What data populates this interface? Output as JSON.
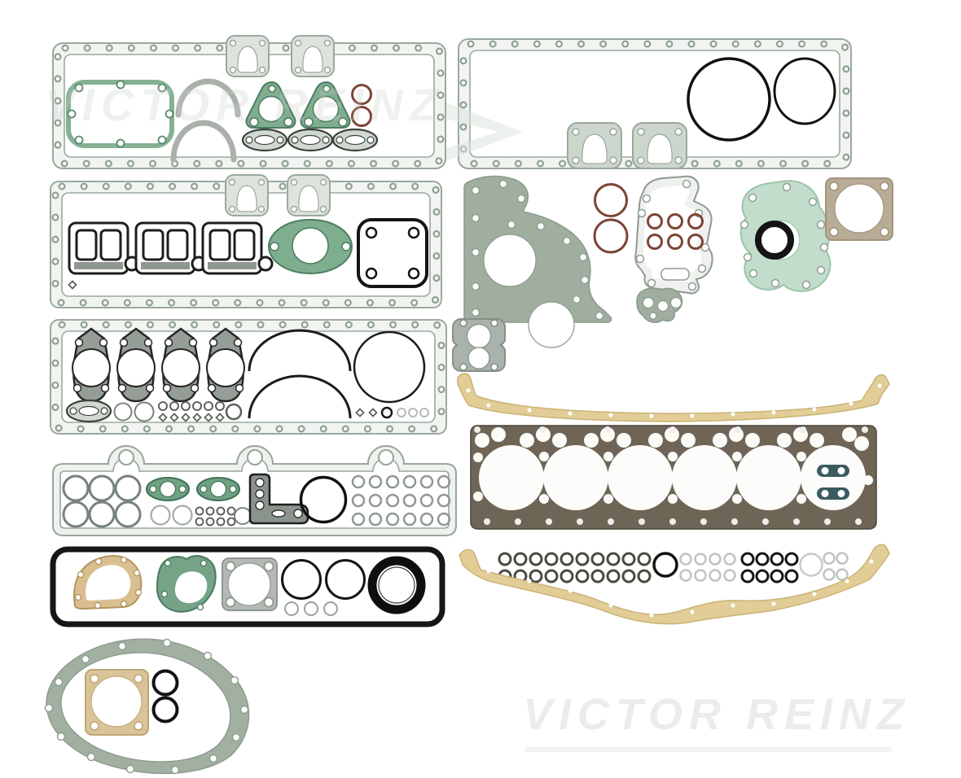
{
  "image": {
    "type": "product-photo",
    "description": "Complete engine full gasket set laid out on a white background: cover gaskets with bolt holes, manifold and flange gaskets, cylinder head gasket with six bores, cork oil pan rails, timing cover gasket, seals and O-rings",
    "watermark_text": "VICTOR REINZ",
    "cylinder_bores": 6,
    "colors": {
      "line_art": "#9aa99c",
      "gasket_fill": "#f1f4f0",
      "green": "#7fae8e",
      "mint_green": "#c3ddcd",
      "gray_part": "#aab2ac",
      "dark_part": "#8b948c",
      "tan": "#d9c499",
      "cork": "#e2cd96",
      "head_gasket_brown": "#6e6557",
      "rust_ring": "#8a4a38",
      "seal_black": "#141414",
      "teal": "#3c5a62"
    }
  }
}
